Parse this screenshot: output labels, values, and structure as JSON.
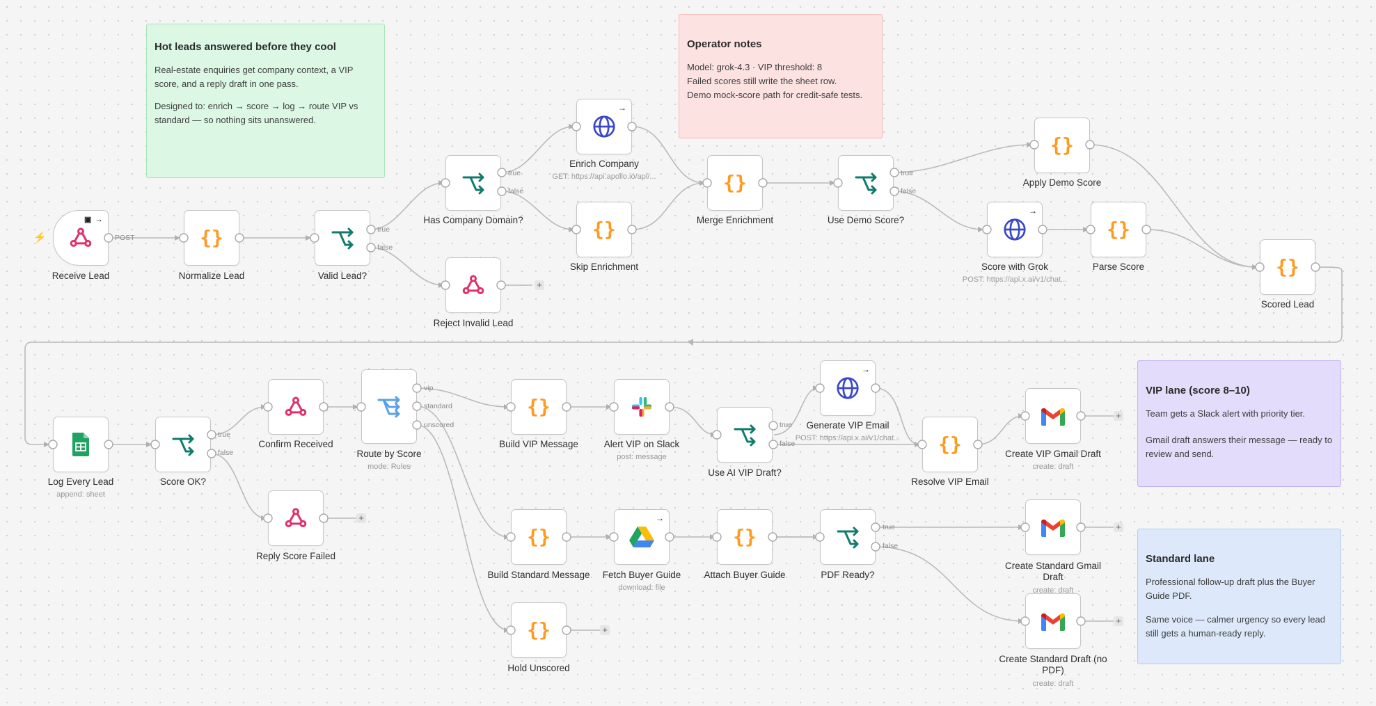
{
  "notes": {
    "hot_leads": {
      "title": "Hot leads answered before they cool",
      "p1": "Real-estate enquiries get company context, a VIP score, and a reply draft in one pass.",
      "p2": "Designed to: enrich → score → log → route VIP vs standard — so nothing sits unanswered."
    },
    "operator": {
      "title": "Operator notes",
      "lines": [
        "Model: grok-4.3 · VIP threshold: 8",
        "Failed scores still write the sheet row.",
        "Demo mock-score path for credit-safe tests."
      ]
    },
    "vip_lane": {
      "title": "VIP lane (score 8–10)",
      "p1": "Team gets a Slack alert with priority tier.",
      "p2": "Gmail draft answers their message — ready to review and send."
    },
    "standard_lane": {
      "title": "Standard lane",
      "p1": "Professional follow-up draft plus the Buyer Guide PDF.",
      "p2": "Same voice — calmer urgency so every lead still gets a human-ready reply."
    }
  },
  "nodes": {
    "receive_lead": {
      "label": "Receive Lead",
      "icon": "webhook-icon"
    },
    "normalize_lead": {
      "label": "Normalize Lead",
      "icon": "code-braces-icon"
    },
    "valid_lead": {
      "label": "Valid Lead?",
      "icon": "if-branch-icon"
    },
    "reject_invalid": {
      "label": "Reject Invalid Lead",
      "icon": "webhook-icon"
    },
    "has_company_domain": {
      "label": "Has Company Domain?",
      "icon": "if-branch-icon"
    },
    "enrich_company": {
      "label": "Enrich Company",
      "sub": "GET: https://api.apollo.io/api/...",
      "icon": "globe-icon"
    },
    "skip_enrichment": {
      "label": "Skip Enrichment",
      "icon": "code-braces-icon"
    },
    "merge_enrichment": {
      "label": "Merge Enrichment",
      "icon": "code-braces-icon"
    },
    "use_demo_score": {
      "label": "Use Demo Score?",
      "icon": "if-branch-icon"
    },
    "apply_demo_score": {
      "label": "Apply Demo Score",
      "icon": "code-braces-icon"
    },
    "score_with_grok": {
      "label": "Score with Grok",
      "sub": "POST: https://api.x.ai/v1/chat...",
      "icon": "globe-icon"
    },
    "parse_score": {
      "label": "Parse Score",
      "icon": "code-braces-icon"
    },
    "scored_lead": {
      "label": "Scored Lead",
      "icon": "code-braces-icon"
    },
    "log_every_lead": {
      "label": "Log Every Lead",
      "sub": "append: sheet",
      "icon": "google-sheets-icon"
    },
    "score_ok": {
      "label": "Score OK?",
      "icon": "if-branch-icon"
    },
    "confirm_received": {
      "label": "Confirm Received",
      "icon": "webhook-icon"
    },
    "reply_score_failed": {
      "label": "Reply Score Failed",
      "icon": "webhook-icon"
    },
    "route_by_score": {
      "label": "Route by Score",
      "sub": "mode: Rules",
      "icon": "switch-icon"
    },
    "build_vip_message": {
      "label": "Build VIP Message",
      "icon": "code-braces-icon"
    },
    "alert_vip_slack": {
      "label": "Alert VIP on Slack",
      "sub": "post: message",
      "icon": "slack-icon"
    },
    "use_ai_vip_draft": {
      "label": "Use AI VIP Draft?",
      "icon": "if-branch-icon"
    },
    "generate_vip_email": {
      "label": "Generate VIP Email",
      "sub": "POST: https://api.x.ai/v1/chat...",
      "icon": "globe-icon"
    },
    "resolve_vip_email": {
      "label": "Resolve VIP Email",
      "icon": "code-braces-icon"
    },
    "create_vip_gmail": {
      "label": "Create VIP Gmail Draft",
      "sub": "create: draft",
      "icon": "gmail-icon"
    },
    "build_standard_message": {
      "label": "Build Standard Message",
      "icon": "code-braces-icon"
    },
    "fetch_buyer_guide": {
      "label": "Fetch Buyer Guide",
      "sub": "download: file",
      "icon": "google-drive-icon"
    },
    "attach_buyer_guide": {
      "label": "Attach Buyer Guide",
      "icon": "code-braces-icon"
    },
    "pdf_ready": {
      "label": "PDF Ready?",
      "icon": "if-branch-icon"
    },
    "create_std_gmail": {
      "label": "Create Standard Gmail Draft",
      "sub": "create: draft",
      "icon": "gmail-icon"
    },
    "create_std_nopdf": {
      "label": "Create Standard Draft (no PDF)",
      "sub": "create: draft",
      "icon": "gmail-icon"
    },
    "hold_unscored": {
      "label": "Hold Unscored",
      "icon": "code-braces-icon"
    }
  },
  "ports": {
    "post": "POST",
    "true": "true",
    "false": "false",
    "vip": "vip",
    "standard": "standard",
    "unscored": "unscored",
    "plus": "+"
  },
  "colors": {
    "hot_leads_bg": "#dcf7e4",
    "hot_leads_border": "#a9e3bb",
    "operator_bg": "#fde2e2",
    "operator_border": "#f4b6b6",
    "vip_bg": "#e3dcfa",
    "vip_border": "#c2b4ef",
    "standard_bg": "#dde9fb",
    "standard_border": "#b3cdf1",
    "code": "#ff9a1f",
    "if": "#0f7b6c",
    "switch": "#5aa0e8",
    "webhook": "#e0306a",
    "globe": "#3b47c9",
    "wire": "#b8b8b8"
  }
}
